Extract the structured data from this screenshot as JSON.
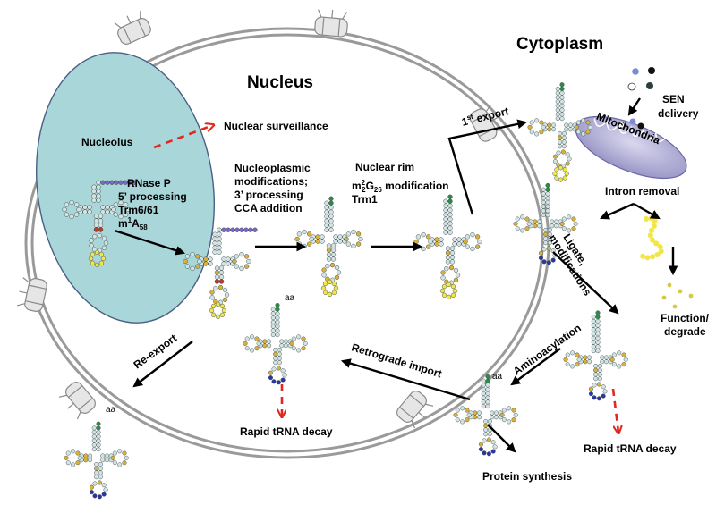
{
  "compartments": {
    "nucleus": "Nucleus",
    "cytoplasm": "Cytoplasm",
    "nucleolus": "Nucleolus",
    "mitochondria": "Mitochondria"
  },
  "steps": {
    "nuclear_surveillance": "Nuclear surveillance",
    "rnase_p": "RNase P",
    "five_prime_processing": "5’ processing",
    "trm6_61": "Trm6/61",
    "m1a58_base": "m",
    "m1a58_sup": "1",
    "m1a58_a": "A",
    "m1a58_sub": "58",
    "nucleoplasmic_1": "Nucleoplasmic",
    "nucleoplasmic_2": "modifications;",
    "nucleoplasmic_3": "3’ processing",
    "nucleoplasmic_4": "CCA addition",
    "nuclear_rim": "Nuclear rim",
    "m22g26_base": "m",
    "m22g26_sup": "2",
    "m22g26_sub": "2",
    "m22g26_g": "G",
    "m22g26_sub2": "26",
    "m22g26_rest": " modification",
    "trm1": "Trm1",
    "first_export_1": "1",
    "first_export_sup": "st",
    "first_export_2": " export",
    "sen_delivery_1": "SEN",
    "sen_delivery_2": "delivery",
    "intron_removal": "Intron removal",
    "ligate_1": "Ligate,",
    "ligate_2": "modifications",
    "function_1": "Function/",
    "function_2": "degrade",
    "aminoacylation": "Aminoacylation",
    "retrograde_import": "Retrograde import",
    "re_export": "Re-export",
    "rapid_decay_nucleus": "Rapid tRNA decay",
    "rapid_decay_cytoplasm": "Rapid tRNA decay",
    "protein_synthesis": "Protein synthesis",
    "aa_1": "aa",
    "aa_2": "aa",
    "aa_3": "aa"
  },
  "colors": {
    "nucleolus_fill": "#a9d6d9",
    "envelope": "#9a9a9a",
    "nucleotide": "#d3e2e2",
    "modified_gold": "#d9b13b",
    "anticodon_blue": "#2d36a0",
    "acceptor_green": "#2f8a4a",
    "leader_purple": "#7a68c4",
    "intron_yellow": "#f1e64c",
    "decay_red": "#e0281e",
    "mito_fill": "#b5b2d8"
  }
}
